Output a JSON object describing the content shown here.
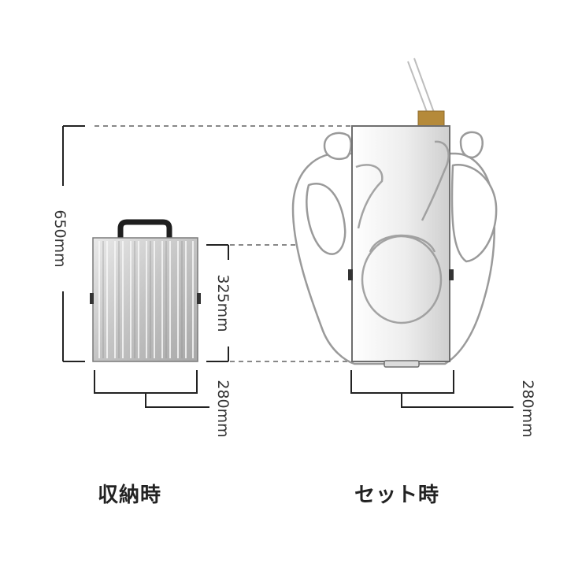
{
  "dimensions": {
    "total_height": "650mm",
    "stowed_height": "325mm",
    "stowed_width": "280mm",
    "set_width": "280mm"
  },
  "captions": {
    "stowed": "収納時",
    "set": "セット時"
  },
  "colors": {
    "line": "#222222",
    "dashed": "#888888",
    "panel_light": "#f4f4f4",
    "panel_dark": "#d2d2d2",
    "handle": "#1e1e1e",
    "tab": "#b58a3a"
  }
}
